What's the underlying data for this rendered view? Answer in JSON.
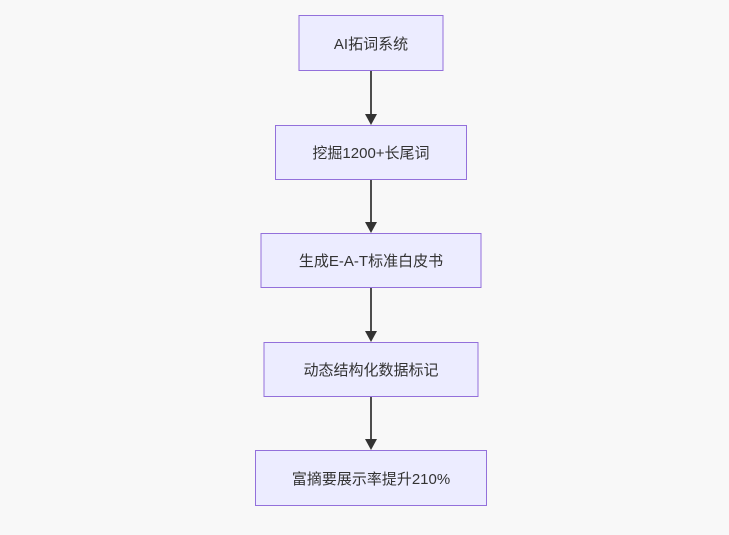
{
  "diagram": {
    "type": "flowchart-top-down",
    "colors": {
      "background": "#f8f8f8",
      "node_fill": "#ECECFF",
      "node_border": "#9370DB",
      "node_text": "#333333",
      "edge_line": "#4d4d4d",
      "edge_arrowhead": "#333333"
    },
    "nodes": [
      {
        "id": "n1",
        "label": "AI拓词系统"
      },
      {
        "id": "n2",
        "label": "挖掘1200+长尾词"
      },
      {
        "id": "n3",
        "label": "生成E-A-T标准白皮书"
      },
      {
        "id": "n4",
        "label": "动态结构化数据标记"
      },
      {
        "id": "n5",
        "label": "富摘要展示率提升210%"
      }
    ],
    "edges": [
      {
        "from": "n1",
        "to": "n2",
        "arrow": "down"
      },
      {
        "from": "n2",
        "to": "n3",
        "arrow": "down"
      },
      {
        "from": "n3",
        "to": "n4",
        "arrow": "down"
      },
      {
        "from": "n4",
        "to": "n5",
        "arrow": "down"
      }
    ]
  }
}
